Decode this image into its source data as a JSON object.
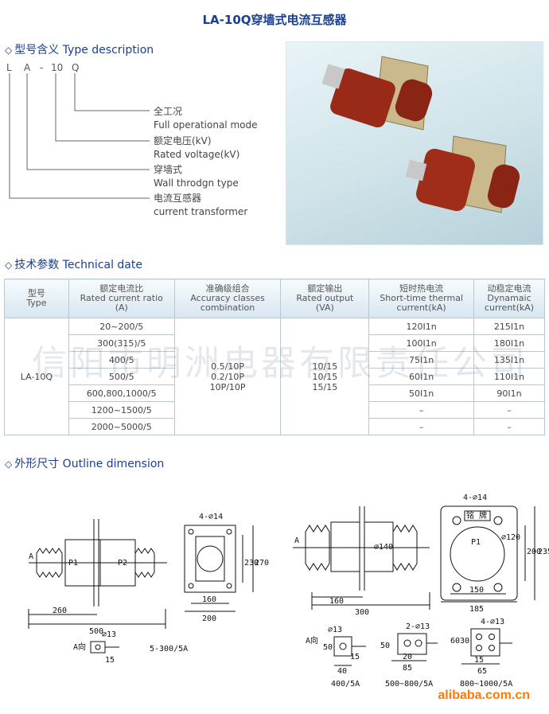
{
  "title": "LA-10Q穿墙式电流互感器",
  "sections": {
    "type_desc": {
      "icon": "diamond-icon",
      "label": "型号含义 Type description"
    },
    "tech": {
      "icon": "diamond-icon",
      "label": "技术参数 Technical date"
    },
    "outline": {
      "icon": "diamond-icon",
      "label": "外形尺寸 Outline dimension"
    }
  },
  "model_code": {
    "c1": "L",
    "c2": "A",
    "c3": "-",
    "c4": "10",
    "c5": "Q"
  },
  "meanings": [
    {
      "cn": "全工况",
      "en": "Full operational mode"
    },
    {
      "cn": "额定电压(kV)",
      "en": "Rated voltage(kV)"
    },
    {
      "cn": "穿墙式",
      "en": "Wall throdgn type"
    },
    {
      "cn": "电流互感器",
      "en": "current transformer"
    }
  ],
  "table": {
    "headers": [
      {
        "cn": "型号",
        "en": "Type"
      },
      {
        "cn": "额定电流比",
        "en": "Rated current ratio",
        "unit": "(A)"
      },
      {
        "cn": "准确级组合",
        "en": "Accuracy classes",
        "unit": "combination"
      },
      {
        "cn": "额定输出",
        "en": "Rated output",
        "unit": "(VA)"
      },
      {
        "cn": "短时热电流",
        "en": "Short-time thermal",
        "unit": "current(kA)"
      },
      {
        "cn": "动稳定电流",
        "en": "Dynamaic",
        "unit": "current(kA)"
      }
    ],
    "type": "LA-10Q",
    "ratios": [
      "20~200/5",
      "300(315)/5",
      "400/5",
      "500/5",
      "600,800,1000/5",
      "1200~1500/5",
      "2000~5000/5"
    ],
    "accuracy": [
      "0.5/10P",
      "0.2/10P",
      "10P/10P"
    ],
    "output": [
      "10/15",
      "10/15",
      "15/15"
    ],
    "thermal": [
      "120I1n",
      "100I1n",
      "75I1n",
      "60I1n",
      "50I1n",
      "–",
      "–"
    ],
    "dynamic": [
      "215I1n",
      "180I1n",
      "135I1n",
      "110I1n",
      "90I1n",
      "–",
      "–"
    ]
  },
  "watermark": "信阳市明洲电器有限责任公司",
  "drawing_labels": {
    "d1_260": "260",
    "d1_500": "500",
    "d1_p1": "P1",
    "d1_p2": "P2",
    "d1_a": "A",
    "d2_4o14": "4-⌀14",
    "d2_230": "230",
    "d2_270": "270",
    "d2_160": "160",
    "d2_200": "200",
    "d3_o13": "⌀13",
    "d3_15": "15",
    "d3_caption": "5-300/5A",
    "d3_a": "A向",
    "d4_o140": "⌀140",
    "d4_160": "160",
    "d4_300": "300",
    "d4_a": "A",
    "d5_4o14": "4-⌀14",
    "d5_o120": "⌀120",
    "d5_200": "200",
    "d5_235": "235",
    "d5_150": "150",
    "d5_185": "185",
    "d5_p1": "P1",
    "d5_plate": "铭 牌",
    "d6_o13": "⌀13",
    "d6_a": "A向",
    "d6_50": "50",
    "d6_15": "15",
    "d6_40": "40",
    "d6_caption": "400/5A",
    "d7_2o13": "2-⌀13",
    "d7_50": "50",
    "d7_20": "20",
    "d7_85": "85",
    "d7_caption": "500~800/5A",
    "d8_4o13": "4-⌀13",
    "d8_60": "60",
    "d8_30": "30",
    "d8_65": "65",
    "d8_15": "15",
    "d8_caption": "800~1000/5A"
  },
  "brand": "alibaba.com.cn"
}
